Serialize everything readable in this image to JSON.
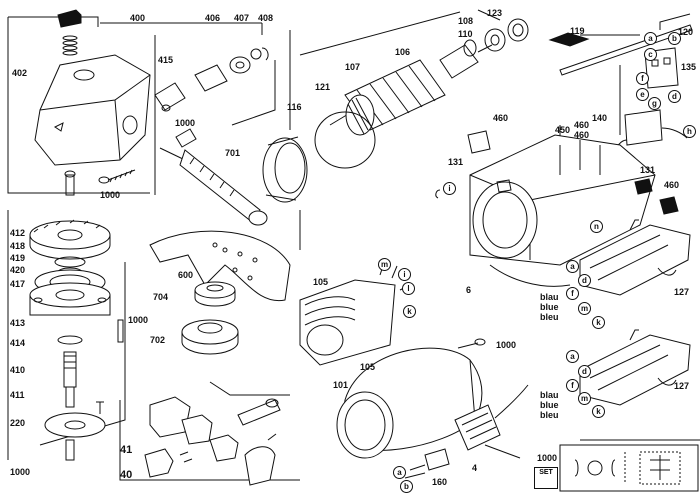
{
  "callouts": {
    "c400": "400",
    "c406": "406",
    "c407": "407",
    "c408": "408",
    "c402": "402",
    "c415": "415",
    "c1000a": "1000",
    "c1000b": "1000",
    "c116": "116",
    "c701": "701",
    "c106": "106",
    "c107": "107",
    "c121": "121",
    "c108": "108",
    "c110": "110",
    "c123": "123",
    "c119": "119",
    "c120": "120",
    "c135": "135",
    "c140": "140",
    "c450": "450",
    "c460a": "460",
    "c460b": "460",
    "c460c": "460",
    "c460d": "460",
    "c131a": "131",
    "c131b": "131",
    "c412": "412",
    "c418": "418",
    "c419": "419",
    "c420": "420",
    "c417": "417",
    "c413": "413",
    "c414": "414",
    "c410": "410",
    "c411": "411",
    "c220": "220",
    "c1000c": "1000",
    "c1000d": "1000",
    "c600": "600",
    "c704": "704",
    "c702": "702",
    "c105a": "105",
    "c105b": "105",
    "c6": "6",
    "c127a": "127",
    "c127b": "127",
    "c1000e": "1000",
    "c101": "101",
    "c4": "4",
    "c160": "160",
    "c41": "41",
    "c40": "40",
    "c1000f": "1000"
  },
  "letters": {
    "a1": "a",
    "b1": "b",
    "c1": "c",
    "d1": "d",
    "e1": "e",
    "f1": "f",
    "g1": "g",
    "h1": "h",
    "i1": "i",
    "n1": "n",
    "m1": "m",
    "i2": "i",
    "l1": "l",
    "k1": "k",
    "a2": "a",
    "d2": "d",
    "f2": "f",
    "m2": "m",
    "k2": "k",
    "a3": "a",
    "d3": "d",
    "f3": "f",
    "m3": "m",
    "k3": "k",
    "a4": "a",
    "b4": "b"
  },
  "wire_colors": {
    "set1": [
      "blau",
      "blue",
      "bleu"
    ],
    "set2": [
      "blau",
      "blue",
      "bleu"
    ]
  },
  "set_badge": "SET"
}
